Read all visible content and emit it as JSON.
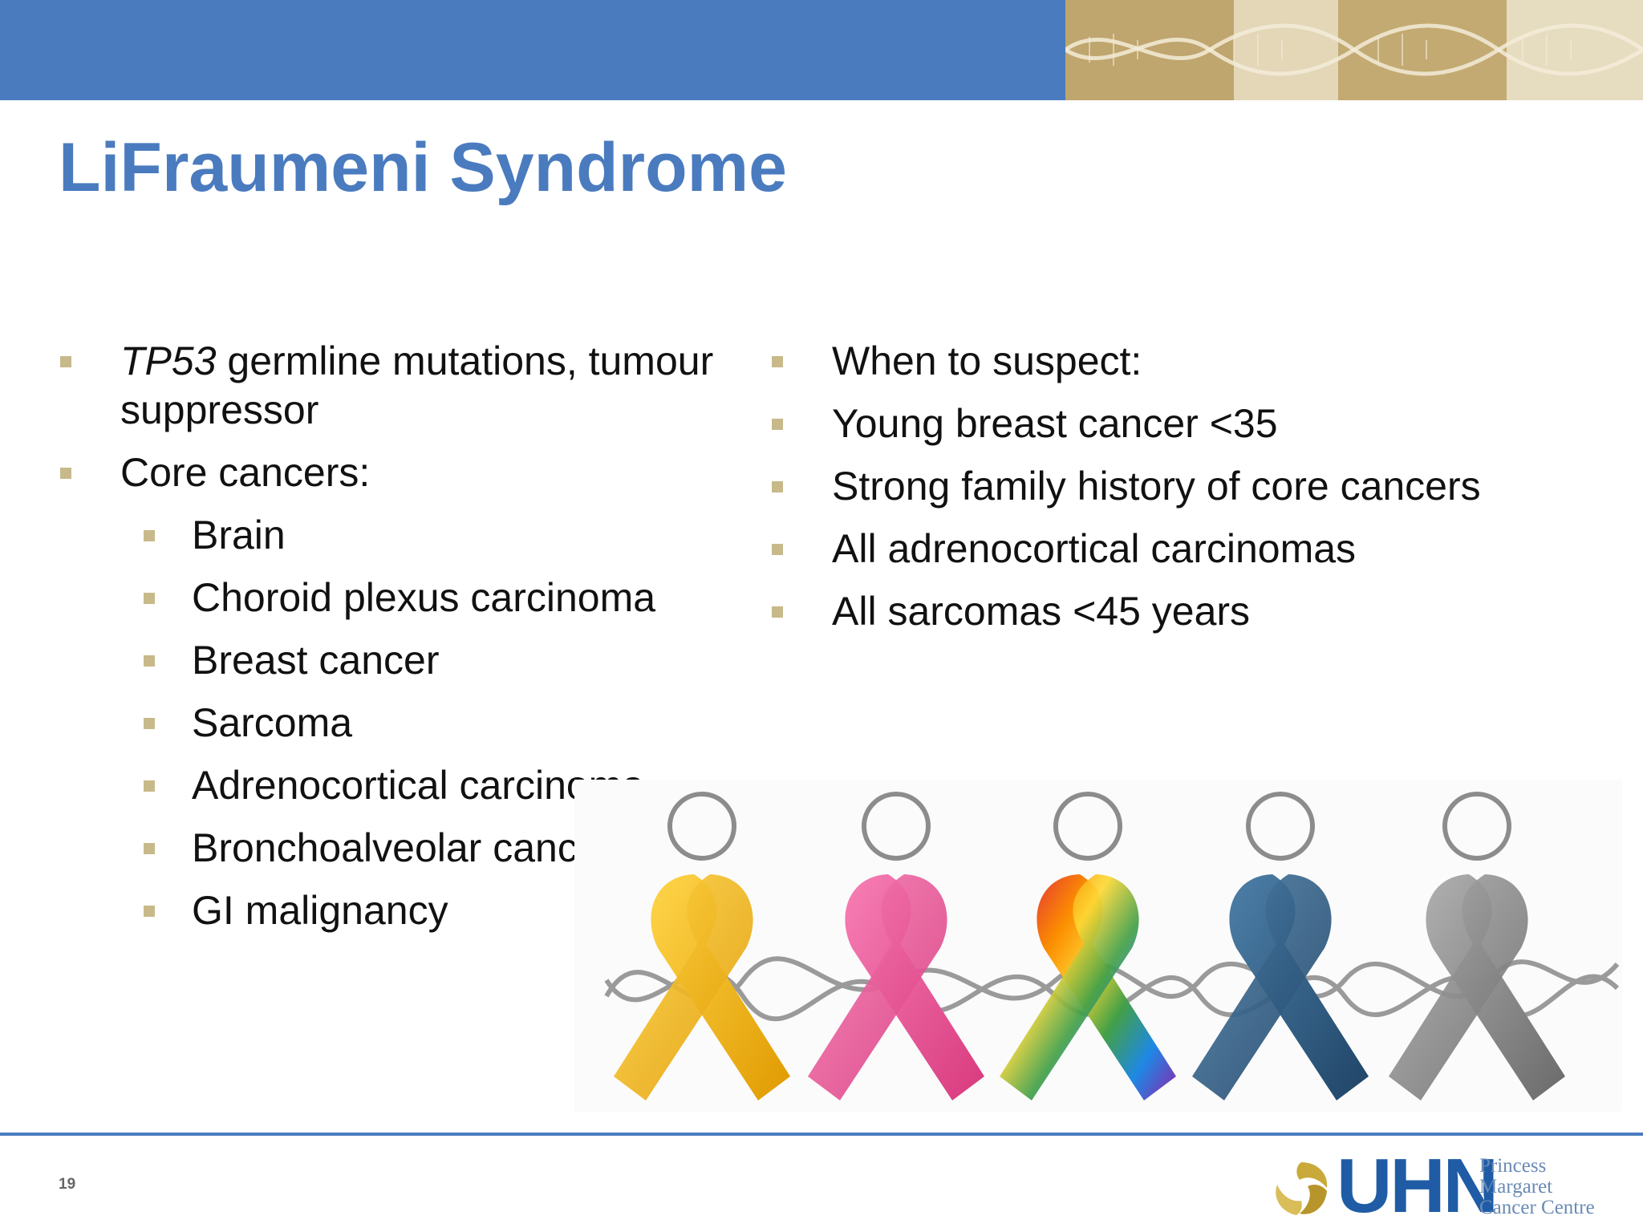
{
  "slide": {
    "title": "LiFraumeni Syndrome",
    "slide_number": "19"
  },
  "left_column": {
    "item1_italic": "TP53",
    "item1_rest": " germline mutations, tumour suppressor",
    "item2": "Core cancers:",
    "sub_items": [
      "Brain",
      "Choroid plexus carcinoma",
      "Breast cancer",
      "Sarcoma",
      "Adrenocortical carcinoma",
      "Bronchoalveolar cancer",
      "GI malignancy"
    ]
  },
  "right_column": {
    "items": [
      "When to suspect:",
      "Young breast cancer <35",
      "Strong family history of core cancers",
      "All adrenocortical carcinomas",
      "All sarcomas <45 years"
    ]
  },
  "logo": {
    "mark": "UHN",
    "line1": "Princess",
    "line2": "Margaret",
    "line3": "Cancer Centre"
  },
  "colors": {
    "accent_blue": "#4a7bbf",
    "bullet_tan": "#c8b98a",
    "ribbon_colors": [
      "#f2b400",
      "#ec4f96",
      "#rainbow",
      "#2f5f8a",
      "#8a8a8a"
    ]
  }
}
